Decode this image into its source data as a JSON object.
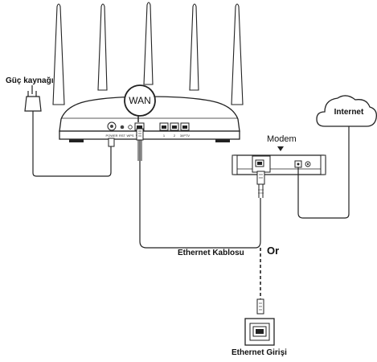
{
  "labels": {
    "power": "Güç kaynağı",
    "wan_bubble": "WAN",
    "internet": "Internet",
    "modem": "Modem",
    "ethernet_cable": "Ethernet Kablosu",
    "or": "Or",
    "ethernet_port": "Ethernet Girişi"
  },
  "router_ports": {
    "power": "POWER",
    "rst": "RST",
    "wps": "WPS",
    "wan": "WAN",
    "lan1": "1",
    "lan2": "2",
    "lan3": "3/IPTV"
  },
  "icons": [
    "router-icon",
    "power-adapter-icon",
    "modem-icon",
    "cloud-icon",
    "ethernet-wall-port-icon",
    "rj45-plug-icon"
  ]
}
